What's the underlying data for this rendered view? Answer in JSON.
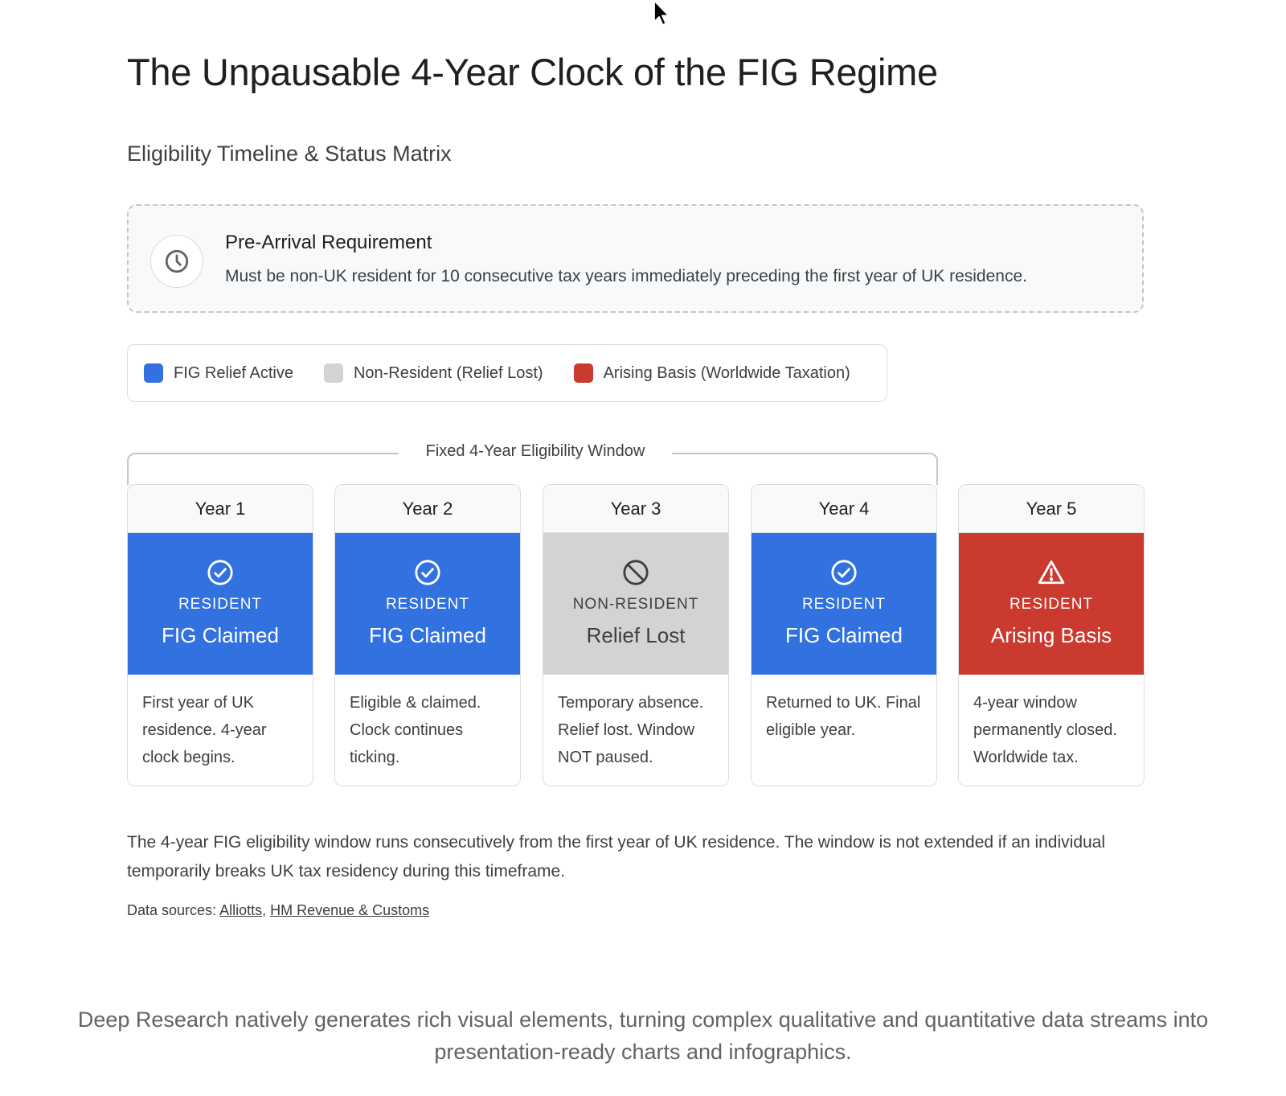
{
  "title": "The Unpausable 4-Year Clock of the FIG Regime",
  "subtitle": "Eligibility Timeline & Status Matrix",
  "prerequisite": {
    "icon": "clock-icon",
    "heading": "Pre-Arrival Requirement",
    "description": "Must be non-UK resident for 10 consecutive tax years immediately preceding the first year of UK residence."
  },
  "legend": [
    {
      "label": "FIG Relief Active",
      "color": "#3271e0"
    },
    {
      "label": "Non-Resident (Relief Lost)",
      "color": "#d3d3d3"
    },
    {
      "label": "Arising Basis (Worldwide Taxation)",
      "color": "#ca3a2e"
    }
  ],
  "window_label": "Fixed 4-Year Eligibility Window",
  "years": [
    {
      "label": "Year 1",
      "kind": "RESIDENT",
      "status": "FIG Claimed",
      "icon": "check-circle-icon",
      "color": "#3271e0",
      "desc": "First year of UK residence. 4-year clock begins."
    },
    {
      "label": "Year 2",
      "kind": "RESIDENT",
      "status": "FIG Claimed",
      "icon": "check-circle-icon",
      "color": "#3271e0",
      "desc": "Eligible & claimed. Clock continues ticking."
    },
    {
      "label": "Year 3",
      "kind": "NON-RESIDENT",
      "status": "Relief Lost",
      "icon": "prohibited-icon",
      "color": "#d3d3d3",
      "desc": "Temporary absence. Relief lost. Window NOT paused."
    },
    {
      "label": "Year 4",
      "kind": "RESIDENT",
      "status": "FIG Claimed",
      "icon": "check-circle-icon",
      "color": "#3271e0",
      "desc": "Returned to UK. Final eligible year."
    },
    {
      "label": "Year 5",
      "kind": "RESIDENT",
      "status": "Arising Basis",
      "icon": "warning-icon",
      "color": "#ca3a2e",
      "desc": "4-year window permanently closed. Worldwide tax."
    }
  ],
  "footnote": "The 4-year FIG eligibility window runs consecutively from the first year of UK residence. The window is not extended if an individual temporarily breaks UK tax residency during this timeframe.",
  "sources": {
    "prefix": "Data sources: ",
    "links": [
      "Alliotts",
      "HM Revenue & Customs"
    ],
    "separator": ", "
  },
  "caption": "Deep Research natively generates rich visual elements, turning complex qualitative and quantitative data streams into presentation-ready charts and infographics."
}
